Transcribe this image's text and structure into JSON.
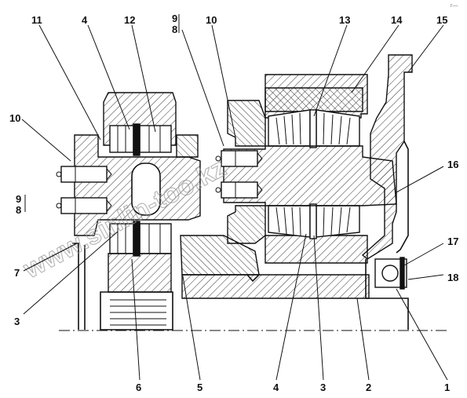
{
  "callouts": {
    "c1": "1",
    "c2": "2",
    "c3a": "3",
    "c3b": "3",
    "c4a": "4",
    "c4b": "4",
    "c5": "5",
    "c6": "6",
    "c7": "7",
    "c8a": "8",
    "c8b": "8",
    "c9a": "9",
    "c9b": "9",
    "c10a": "10",
    "c10b": "10",
    "c11": "11",
    "c12": "12",
    "c13": "13",
    "c14": "14",
    "c15": "15",
    "c16": "16",
    "c17": "17",
    "c18": "18"
  },
  "watermark": "www.sinlin-too.kz",
  "corner_mark": "r—"
}
